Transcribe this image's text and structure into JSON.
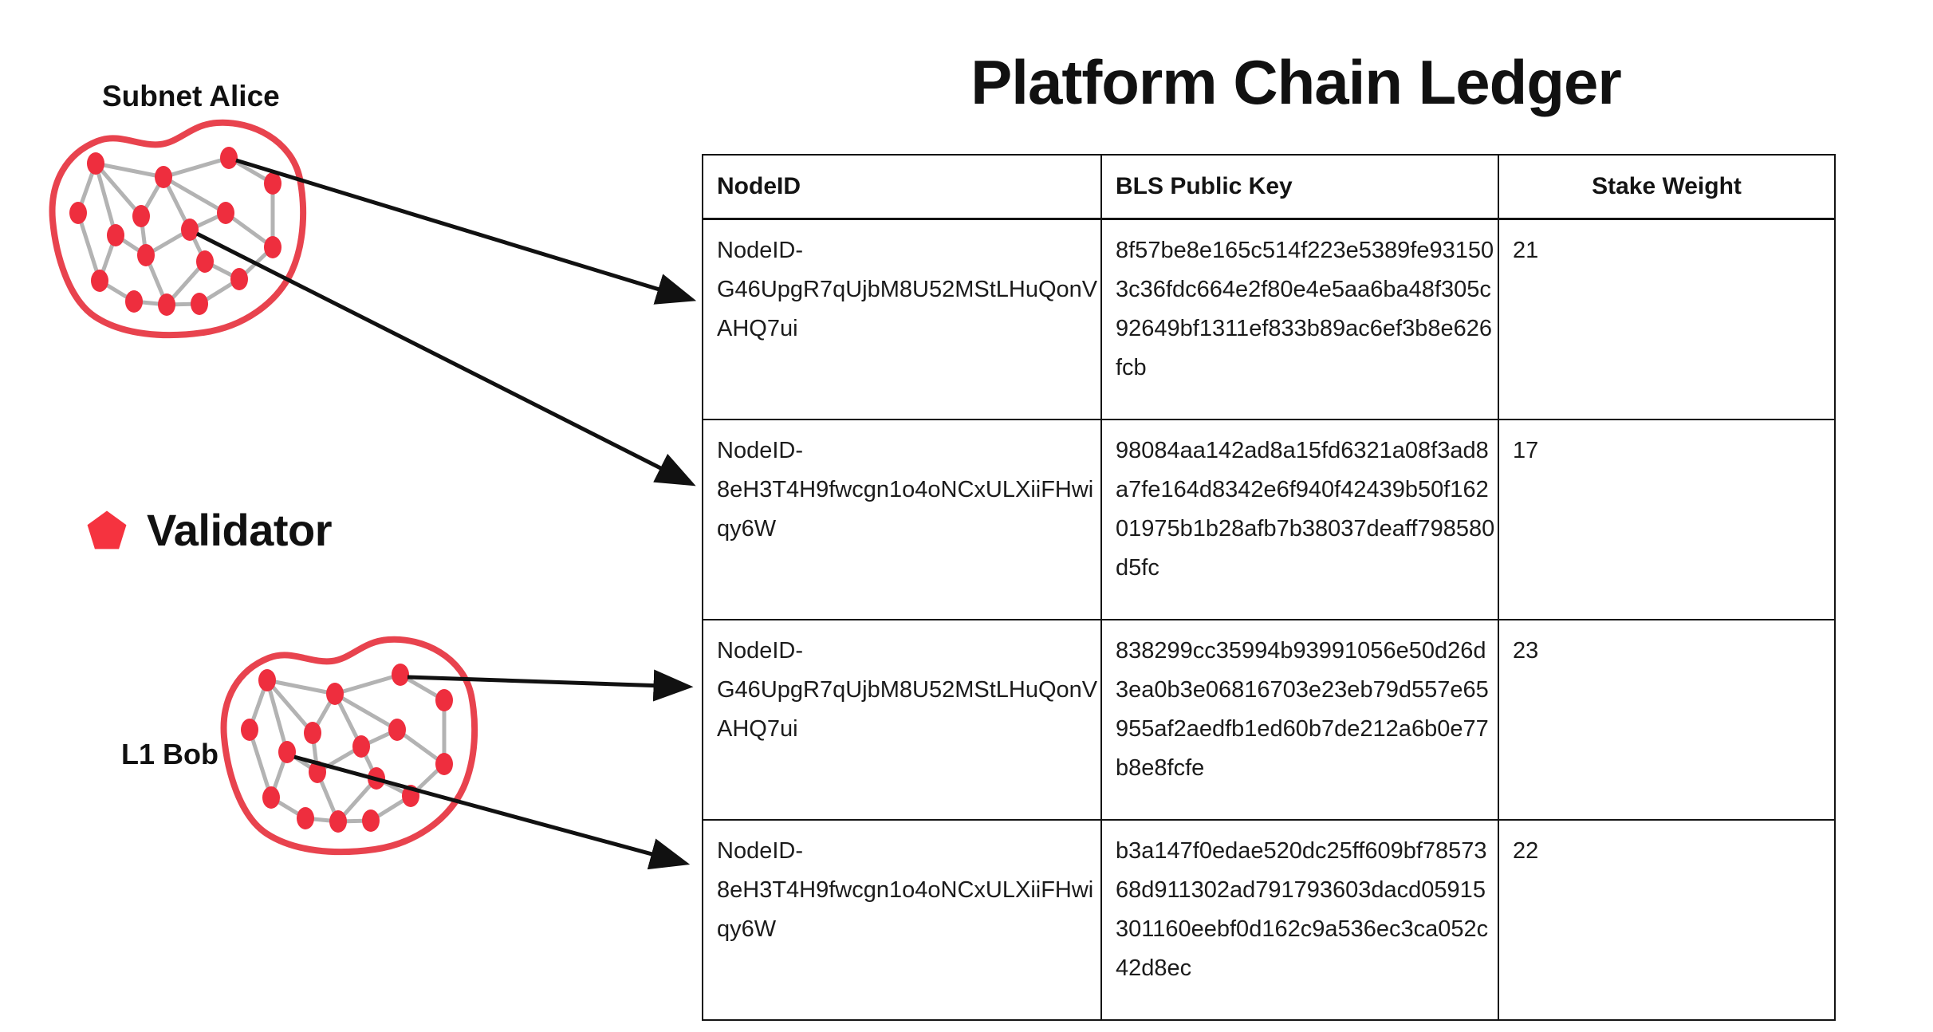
{
  "ledger": {
    "title": "Platform Chain Ledger",
    "columns": [
      "NodeID",
      "BLS Public Key",
      "Stake Weight"
    ],
    "rows": [
      {
        "node_id": "NodeID-G46UpgR7qUjbM8U52MStLHuQonVAHQ7ui",
        "bls_public_key": "8f57be8e165c514f223e5389fe931503c36fdc664e2f80e4e5aa6ba48f305c92649bf1311ef833b89ac6ef3b8e626fcb",
        "stake_weight": "21"
      },
      {
        "node_id": "NodeID-8eH3T4H9fwcgn1o4oNCxULXiiFHwiqy6W",
        "bls_public_key": "98084aa142ad8a15fd6321a08f3ad8a7fe164d8342e6f940f42439b50f16201975b1b28afb7b38037deaff798580d5fc",
        "stake_weight": "17"
      },
      {
        "node_id": "NodeID-G46UpgR7qUjbM8U52MStLHuQonVAHQ7ui",
        "bls_public_key": "838299cc35994b93991056e50d26d3ea0b3e06816703e23eb79d557e65955af2aedfb1ed60b7de212a6b0e77b8e8fcfe",
        "stake_weight": "23"
      },
      {
        "node_id": "NodeID-8eH3T4H9fwcgn1o4oNCxULXiiFHwiqy6W",
        "bls_public_key": "b3a147f0edae520dc25ff609bf7857368d911302ad791793603dacd05915301160eebf0d162c9a536ec3ca052c42d8ec",
        "stake_weight": "22"
      }
    ]
  },
  "clusters": [
    {
      "label": "Subnet Alice"
    },
    {
      "label": "L1 Bob"
    }
  ],
  "legend": {
    "label": "Validator",
    "icon": "pentagon-icon"
  },
  "colors": {
    "validator_node": "#ee2e3e",
    "legend_pentagon": "#f5333f",
    "cluster_outline": "#e8434e",
    "network_edge": "#b3b3b3",
    "arrow": "#111111",
    "table_border": "#141414"
  }
}
